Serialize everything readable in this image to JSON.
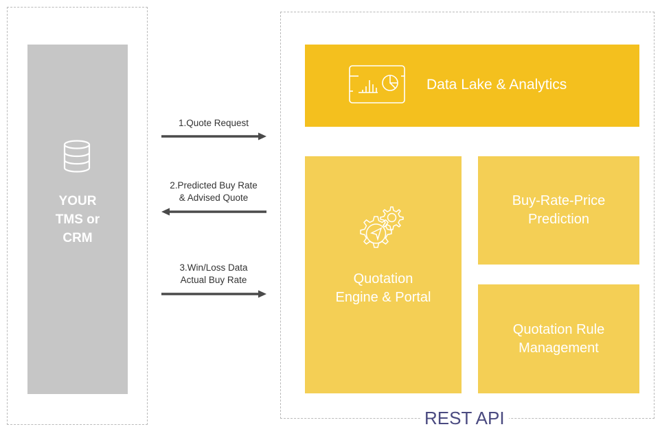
{
  "left_panel": {
    "title": "YOUR\nTMS or\nCRM",
    "icon": "database-icon"
  },
  "flows": [
    {
      "label": "1.Quote Request",
      "direction": "right"
    },
    {
      "label": "2.Predicted Buy Rate\n& Advised Quote",
      "direction": "left"
    },
    {
      "label": "3.Win/Loss Data\nActual Buy Rate",
      "direction": "right"
    }
  ],
  "modules": {
    "data_lake": {
      "label": "Data Lake & Analytics",
      "icon": "analytics-dashboard-icon"
    },
    "quotation": {
      "label": "Quotation\nEngine & Portal",
      "icon": "gear-cursor-icon"
    },
    "buy_rate": {
      "label": "Buy-Rate-Price\nPrediction"
    },
    "rules": {
      "label": "Quotation Rule\nManagement"
    }
  },
  "container_label": "REST API",
  "colors": {
    "left_box": "#c6c6c6",
    "data_lake": "#f4c01e",
    "modules": "#f4cf55",
    "arrow": "#4a4a4a",
    "rest_api": "#4a4a80"
  }
}
